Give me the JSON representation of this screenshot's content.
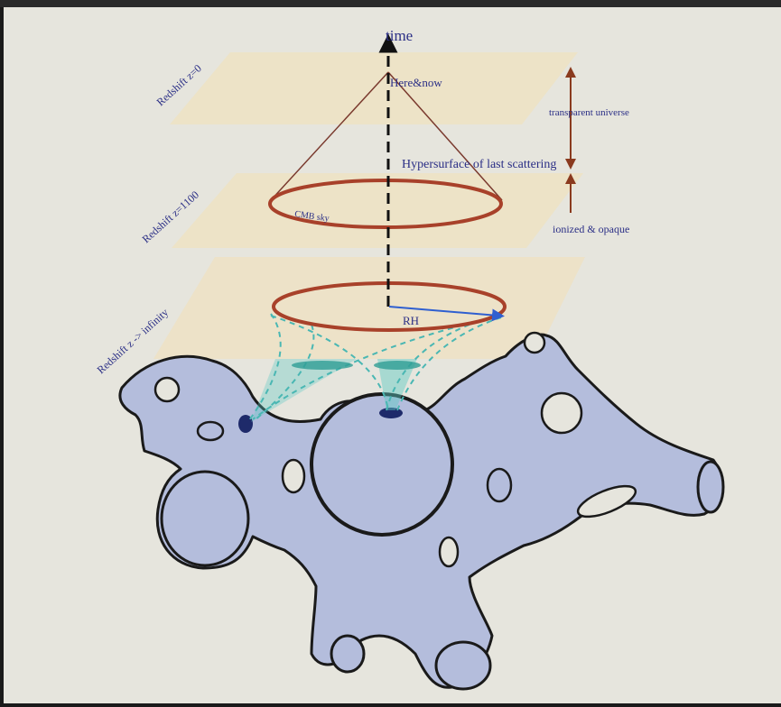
{
  "diagram": {
    "axis_label": "time",
    "point_label": "Here&now",
    "plane_labels": {
      "top": "Redshift z=0",
      "middle": "Redshift z=1100",
      "bottom": "Redshift z -> infinity"
    },
    "surface_label": "Hypersurface of last scattering",
    "phase_labels": {
      "transparent": "transparent universe",
      "opaque": "ionized & opaque"
    },
    "ring_label": "CMB sky",
    "radius_label": "RH"
  },
  "colors": {
    "background": "#e6e5dd",
    "plane": "#ede2c4",
    "ring": "#a8412a",
    "cone_line": "#7a3a2e",
    "manifold_fill": "#b4bddc",
    "manifold_stroke": "#1a1a1a",
    "label_text": "#2b2f86",
    "radius_arrow": "#2f5fd0",
    "light_cone": "#5cc9c4",
    "phase_arrow": "#8a3a1e"
  }
}
